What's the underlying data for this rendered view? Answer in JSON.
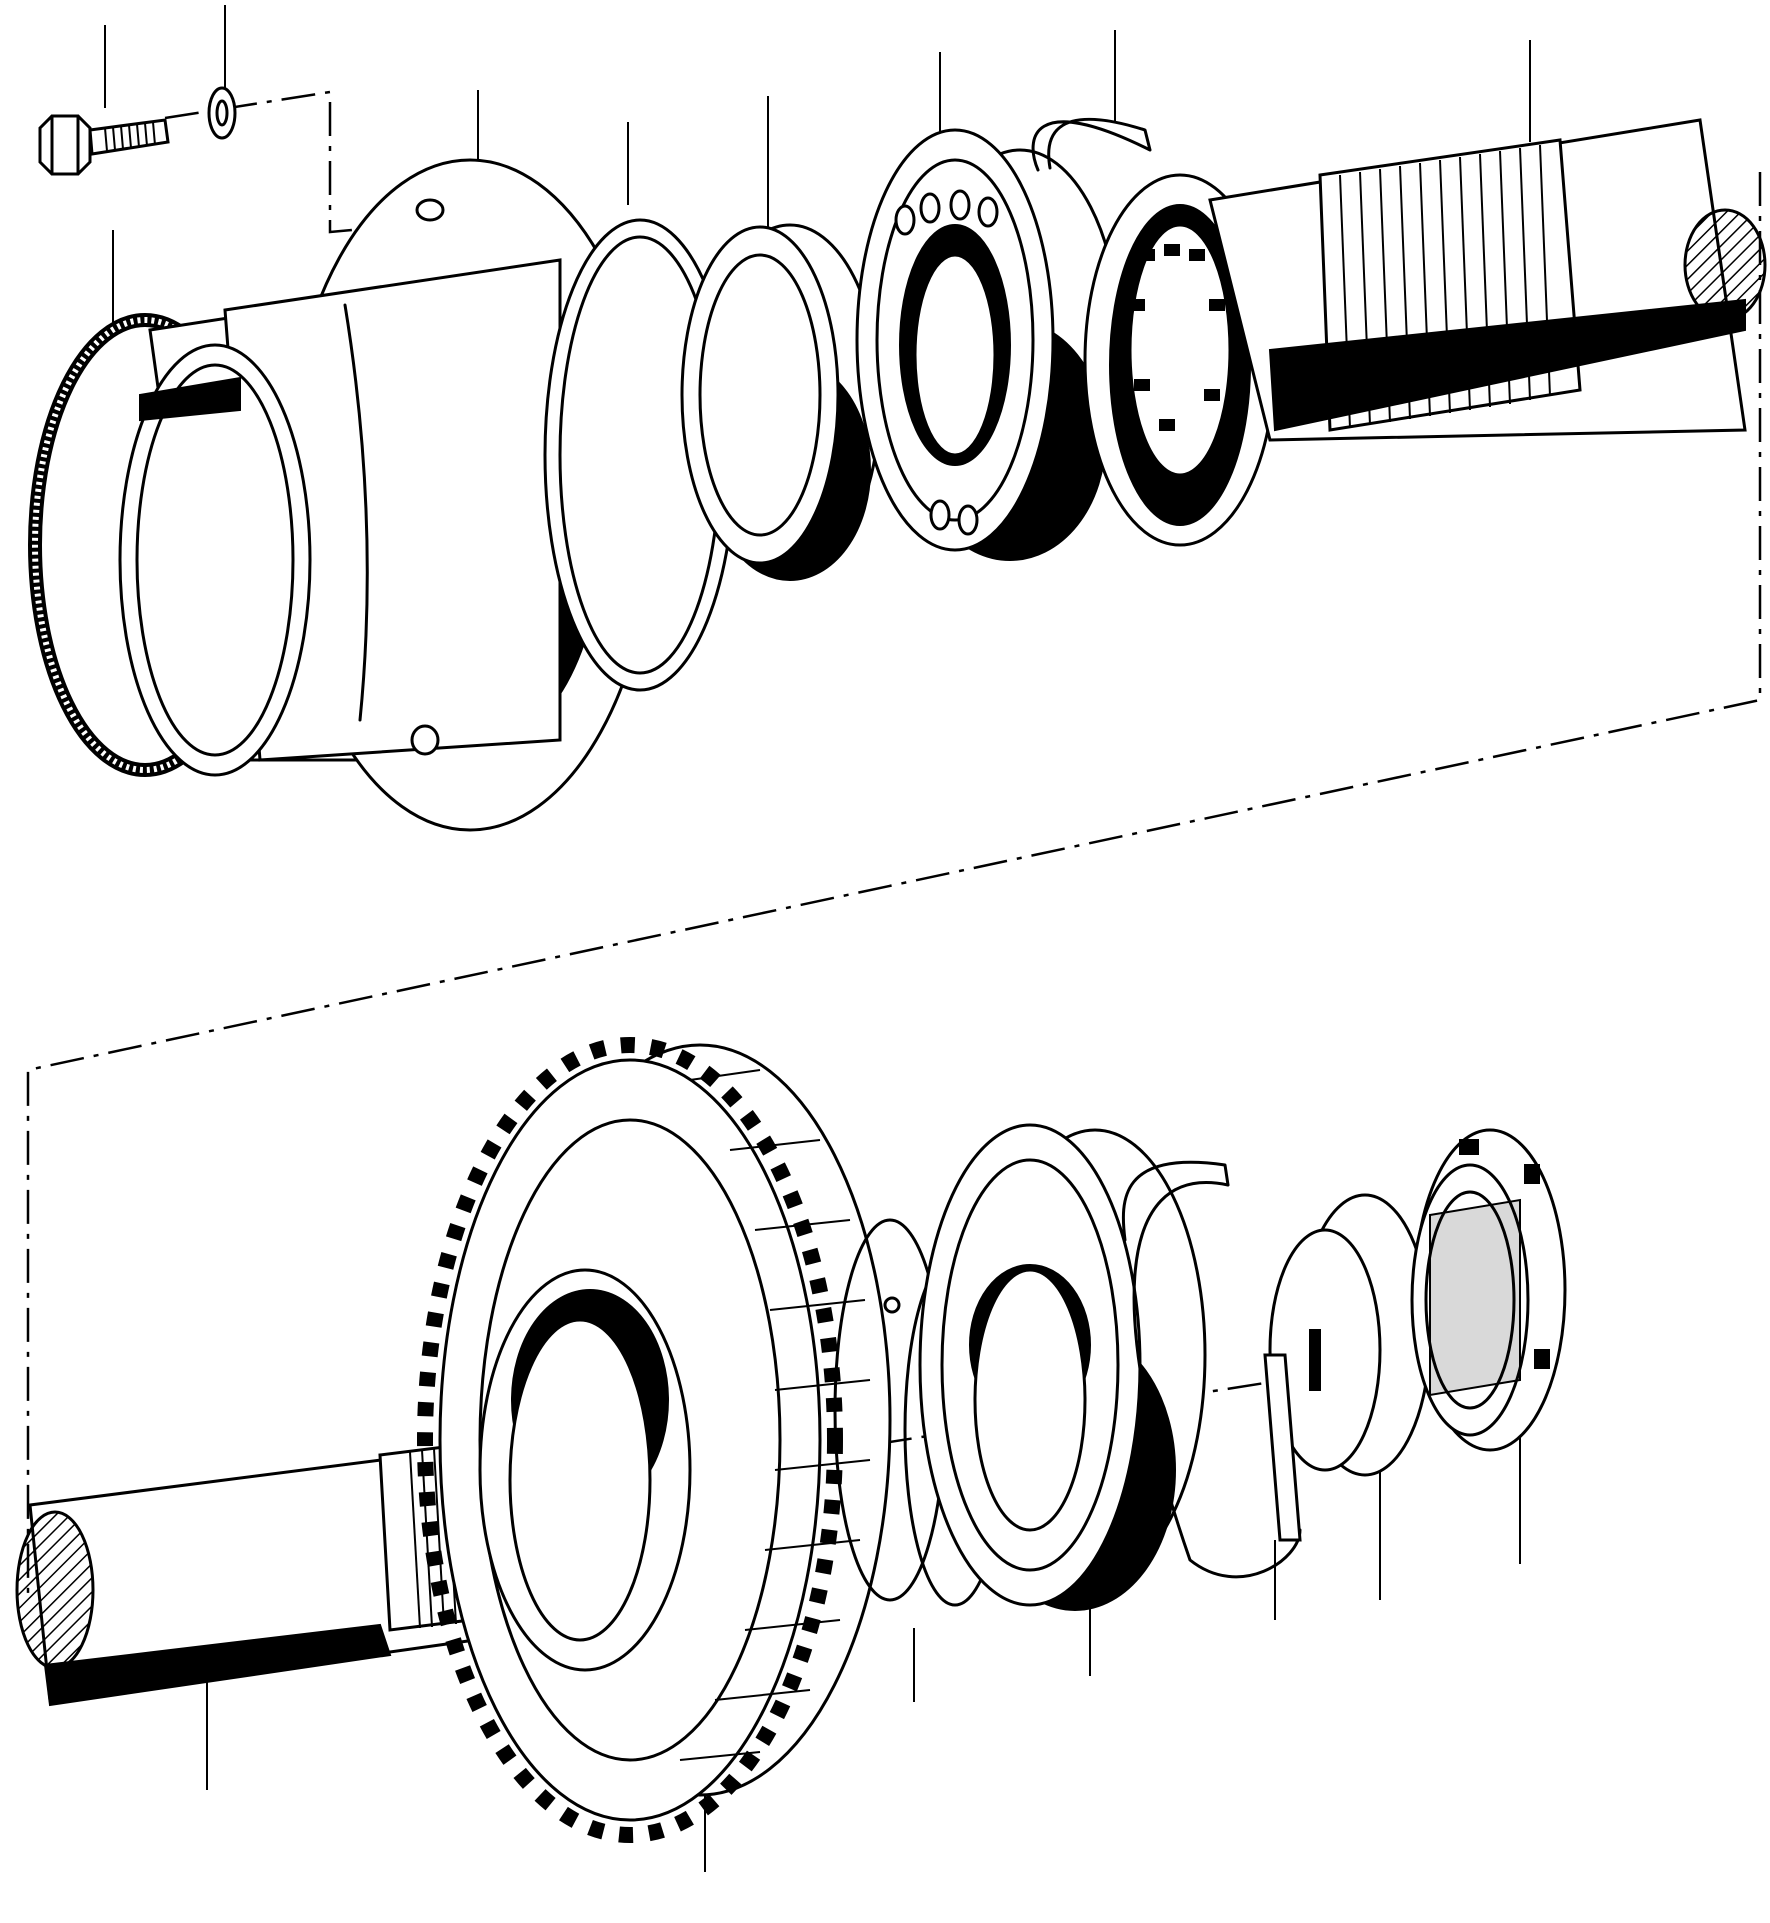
{
  "title": "",
  "callouts": [],
  "colors": {
    "ink": "#000000",
    "paper": "#ffffff"
  },
  "parts": [
    "hex-bolt",
    "lock-washer",
    "o-ring",
    "bearing-housing",
    "housing-gasket",
    "spacer-ring",
    "upper-roller-bearing",
    "upper-retaining-ring",
    "snap-ring",
    "splined-output-shaft",
    "lower-shaft",
    "helical-gear",
    "circlip",
    "lower-ball-bearing",
    "lower-retaining-ring",
    "tab-lock-washer",
    "slotted-nut"
  ]
}
